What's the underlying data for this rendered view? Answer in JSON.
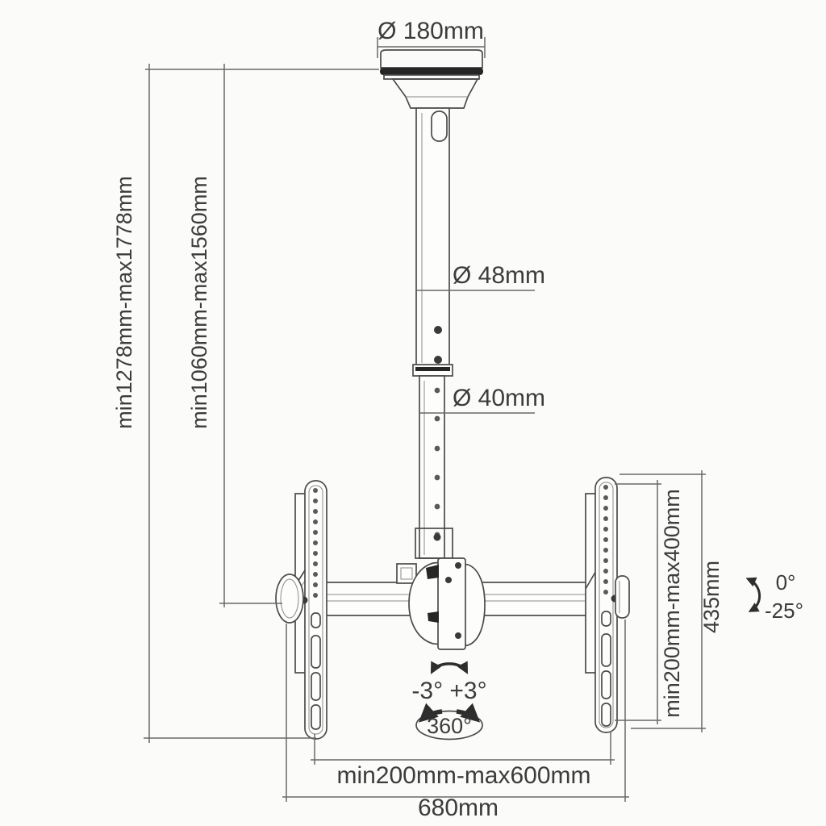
{
  "diagram": {
    "type": "technical-drawing",
    "subject": "telescopic-ceiling-tv-mount",
    "dimensions": {
      "ceiling_plate_diameter": "Ø 180mm",
      "overall_drop_height": "min1278mm-max1778mm",
      "drop_to_arm_height": "min1060mm-max1560mm",
      "upper_pole_diameter": "Ø 48mm",
      "lower_pole_diameter": "Ø 40mm",
      "vesa_vertical_range": "min200mm-max400mm",
      "bracket_height": "435mm",
      "vesa_horizontal_range": "min200mm-max600mm",
      "arm_overall_width": "680mm"
    },
    "angles": {
      "tilt_up": "0°",
      "tilt_down": "-25°",
      "swivel_range": "-3° +3°",
      "rotation": "360°"
    },
    "icons": {
      "tilt_range": "tilt-range-arc-icon",
      "swivel_range": "swivel-range-arc-icon",
      "rotation_360": "rotation-360-icon"
    },
    "colors": {
      "background": "#fbfbfa",
      "drawing_line": "#4b4b4b",
      "dimension_line": "#696969",
      "text": "#3c3c3c",
      "dark_band": "#262626"
    }
  }
}
